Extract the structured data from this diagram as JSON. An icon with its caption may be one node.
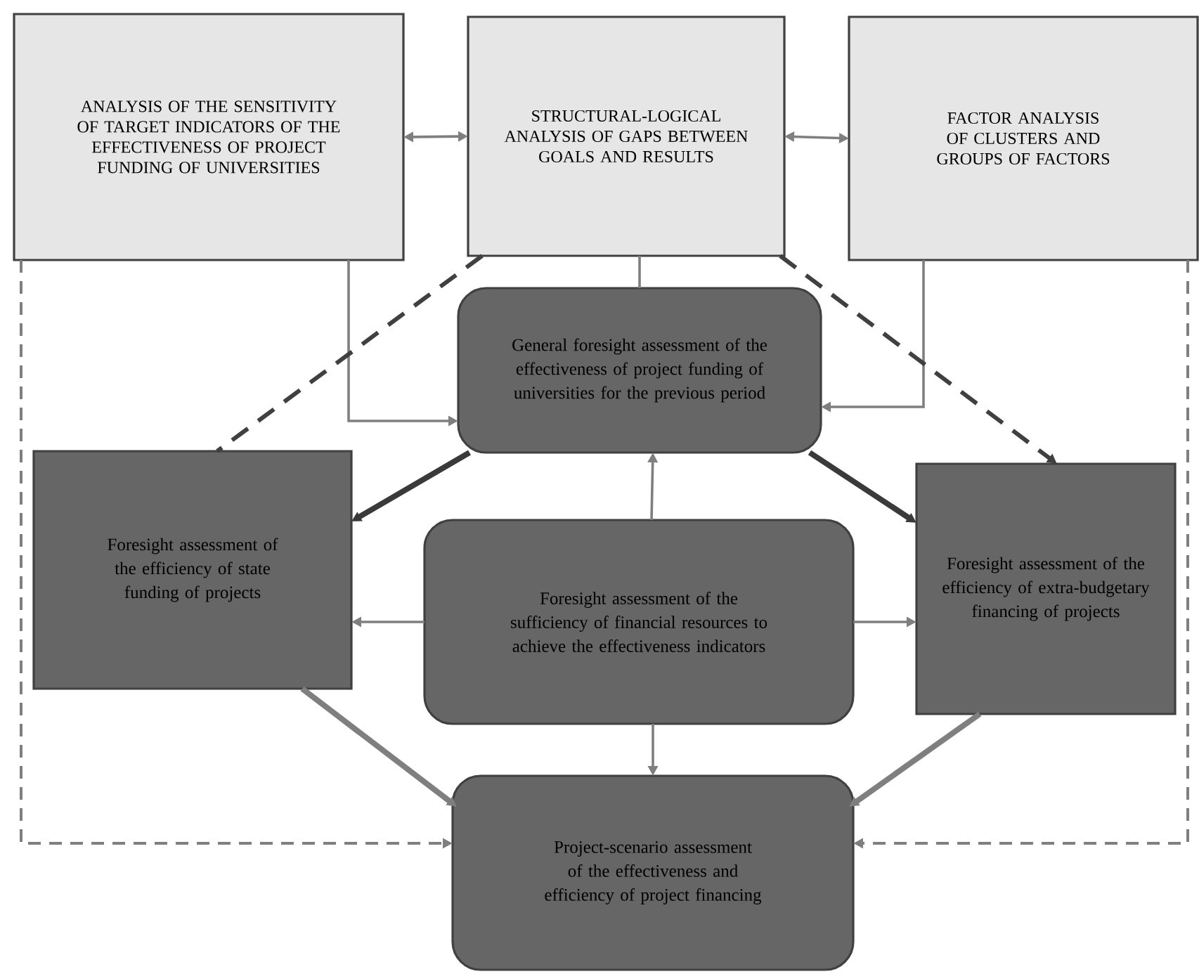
{
  "diagram": {
    "nodes": [
      {
        "text": [
          "ANALYSIS OF THE SENSITIVITY OF TARGET INDICATORS OF THE EFFECTIVENESS OF PROJECT FUNDING OF UNIVERSITIES"
        ]
      },
      {
        "text": [
          "STRUCTURAL-LOGICAL ANALYSIS OF GAPS BETWEEN GOALS AND RESULTS"
        ]
      },
      {
        "text": [
          "FACTOR ANALYSIS OF CLUSTERS AND GROUPS OF FACTORS"
        ]
      },
      {
        "text": [
          "General foresight assessment of the effectiveness of project funding of universities for the previous period"
        ]
      },
      {
        "text": [
          "Foresight assessment of the efficiency of state funding of projects"
        ]
      },
      {
        "text": [
          "Foresight assessment of the sufficiency of financial resources to achieve the effectiveness indicators"
        ]
      },
      {
        "text": [
          "Foresight assessment of the efficiency of extra-budgetary financing of projects"
        ]
      },
      {
        "text": [
          "Project-scenario assessment of the effectiveness and efficiency of project financing"
        ]
      }
    ],
    "edges": [
      {
        "from": 0,
        "to": 1,
        "arrow": "both"
      },
      {
        "from": 1,
        "to": 2,
        "arrow": "both"
      },
      {
        "from": 0,
        "to": 3,
        "arrow": "to"
      },
      {
        "from": 2,
        "to": 3,
        "arrow": "to"
      },
      {
        "from": 1,
        "to": 3,
        "arrow": "none"
      },
      {
        "from": 1,
        "to": 4,
        "arrow": "none",
        "style": "dashed",
        "color": "#404040"
      },
      {
        "from": 1,
        "to": 6,
        "arrow": "to",
        "style": "dashed",
        "color": "#404040"
      },
      {
        "from": 3,
        "to": 4,
        "arrow": "to",
        "style": "thick",
        "color": "#3a3a3a"
      },
      {
        "from": 3,
        "to": 6,
        "arrow": "to",
        "style": "thick",
        "color": "#3a3a3a"
      },
      {
        "from": 5,
        "to": 3,
        "arrow": "to"
      },
      {
        "from": 5,
        "to": 4,
        "arrow": "to"
      },
      {
        "from": 5,
        "to": 6,
        "arrow": "to"
      },
      {
        "from": 5,
        "to": 7,
        "arrow": "to"
      },
      {
        "from": 4,
        "to": 7,
        "arrow": "to",
        "style": "thick"
      },
      {
        "from": 6,
        "to": 7,
        "arrow": "to",
        "style": "thick"
      },
      {
        "from": 0,
        "to": 7,
        "arrow": "to",
        "style": "dashed"
      },
      {
        "from": 2,
        "to": 7,
        "arrow": "to",
        "style": "dashed"
      }
    ]
  }
}
